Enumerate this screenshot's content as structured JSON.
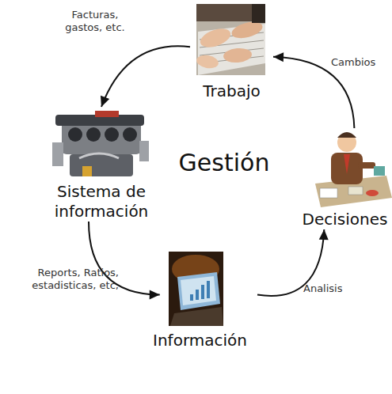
{
  "diagram": {
    "title": "Gestión",
    "nodes": [
      {
        "text": [
          "Trabajo"
        ]
      },
      {
        "text": [
          "Sistema de información"
        ]
      },
      {
        "text": [
          "Información"
        ]
      },
      {
        "text": [
          "Decisiones"
        ]
      }
    ],
    "edges": [
      {
        "from": 0,
        "to": 1,
        "label": "Facturas, gastos, etc.",
        "arrow": "to"
      },
      {
        "from": 1,
        "to": 2,
        "label": "Reports, Ratios, estadisticas, etc,",
        "arrow": "to"
      },
      {
        "from": 2,
        "to": 3,
        "label": "Analisis",
        "arrow": "to"
      },
      {
        "from": 3,
        "to": 0,
        "label": "Cambios",
        "arrow": "to"
      }
    ]
  }
}
